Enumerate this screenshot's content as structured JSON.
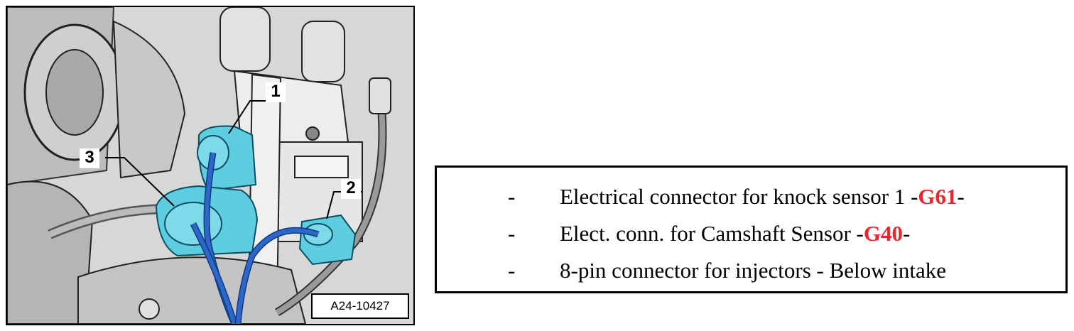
{
  "figure": {
    "callouts": {
      "c1": "1",
      "c2": "2",
      "c3": "3"
    },
    "reference_code": "A24-10427"
  },
  "legend": {
    "rows": [
      {
        "dash": "-",
        "text": "Electrical connector for knock sensor 1 -",
        "code": "G61",
        "suffix": "-"
      },
      {
        "dash": "-",
        "text": "Elect. conn. for Camshaft Sensor -",
        "code": "G40",
        "suffix": "-"
      },
      {
        "dash": "-",
        "text": "8-pin connector for injectors - Below intake",
        "code": "",
        "suffix": ""
      }
    ]
  },
  "colors": {
    "connector_fill": "#5fcde0",
    "wire": "#2f67c8",
    "code_red": "#e8262b"
  }
}
